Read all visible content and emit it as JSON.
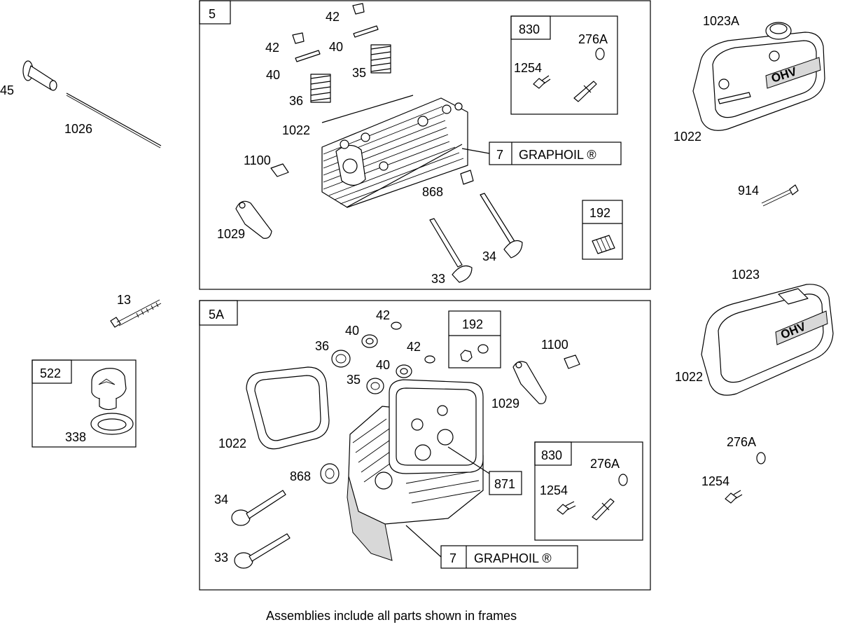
{
  "footer": {
    "note": "Assemblies include all parts shown in frames"
  },
  "assembly_top": {
    "id": "5",
    "labels": {
      "p42a": "42",
      "p42b": "42",
      "p40a": "40",
      "p40b": "40",
      "p35": "35",
      "p36": "36",
      "p1022": "1022",
      "p1100": "1100",
      "p1029": "1029",
      "p868": "868",
      "p34": "34",
      "p33": "33"
    },
    "kit_830": {
      "id": "830",
      "p276a": "276A",
      "p1254": "1254"
    },
    "kit_192": {
      "id": "192"
    },
    "graphoil": {
      "num": "7",
      "label": "GRAPHOIL ®"
    }
  },
  "assembly_bottom": {
    "id": "5A",
    "labels": {
      "p42a": "42",
      "p42b": "42",
      "p40a": "40",
      "p40b": "40",
      "p36": "36",
      "p35": "35",
      "p1022": "1022",
      "p1100": "1100",
      "p1029": "1029",
      "p868": "868",
      "p34": "34",
      "p33": "33",
      "p871": "871"
    },
    "kit_830": {
      "id": "830",
      "p276a": "276A",
      "p1254": "1254"
    },
    "kit_192": {
      "id": "192"
    },
    "graphoil": {
      "num": "7",
      "label": "GRAPHOIL ®"
    }
  },
  "left_parts": {
    "p45": "45",
    "p1026": "1026",
    "p13": "13"
  },
  "kit_522": {
    "id": "522",
    "p338": "338"
  },
  "right_parts": {
    "p1023a": "1023A",
    "p1022a": "1022",
    "p914": "914",
    "p1023": "1023",
    "p1022b": "1022",
    "p276a": "276A",
    "p1254": "1254"
  },
  "cover_text": "OHV"
}
